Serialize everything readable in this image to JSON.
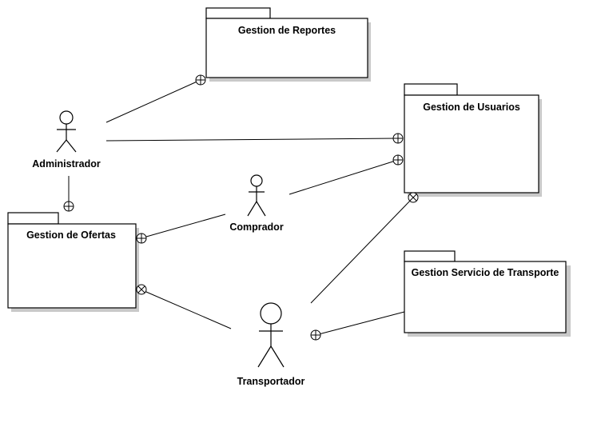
{
  "packages": {
    "reportes": "Gestion  de Reportes",
    "usuarios": "Gestion de Usuarios",
    "ofertas": "Gestion de Ofertas",
    "transporte": "Gestion Servicio de Transporte"
  },
  "actors": {
    "administrador": "Administrador",
    "comprador": "Comprador",
    "transportador": "Transportador"
  }
}
